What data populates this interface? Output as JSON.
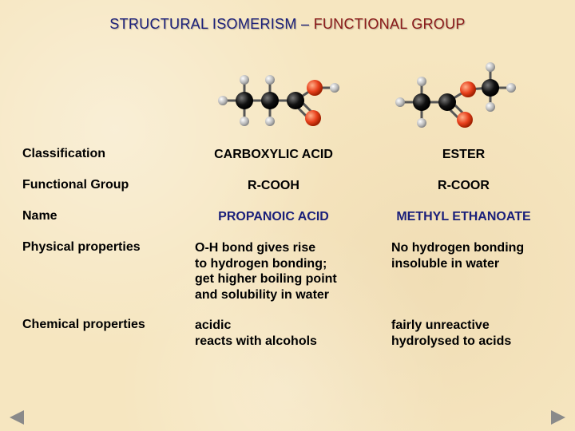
{
  "title": {
    "part1": "STRUCTURAL ISOMERISM",
    "separator": "–",
    "part2": "FUNCTIONAL GROUP"
  },
  "rows": {
    "classification": {
      "label": "Classification",
      "col1": "CARBOXYLIC ACID",
      "col2": "ESTER"
    },
    "functional_group": {
      "label": "Functional Group",
      "col1": "R-COOH",
      "col2": "R-COOR"
    },
    "name": {
      "label": "Name",
      "col1": "PROPANOIC ACID",
      "col2": "METHYL ETHANOATE"
    },
    "physical": {
      "label": "Physical properties",
      "col1": [
        "O-H bond gives rise",
        "to hydrogen bonding;",
        "get higher boiling point",
        "and solubility in water"
      ],
      "col2": [
        "No hydrogen bonding",
        "insoluble in water"
      ]
    },
    "chemical": {
      "label": "Chemical properties",
      "col1": [
        "acidic",
        "reacts with alcohols"
      ],
      "col2": [
        "fairly unreactive",
        "hydrolysed to acids"
      ]
    }
  },
  "colors": {
    "title_blue": "#1a1f7a",
    "title_red": "#8b1a1a",
    "name_blue": "#1a1f7a",
    "carbon": "#111111",
    "hydrogen": "#c8c8c8",
    "oxygen": "#e8401c"
  },
  "icons": {
    "prev": "triangle-left-icon",
    "next": "triangle-right-icon"
  }
}
